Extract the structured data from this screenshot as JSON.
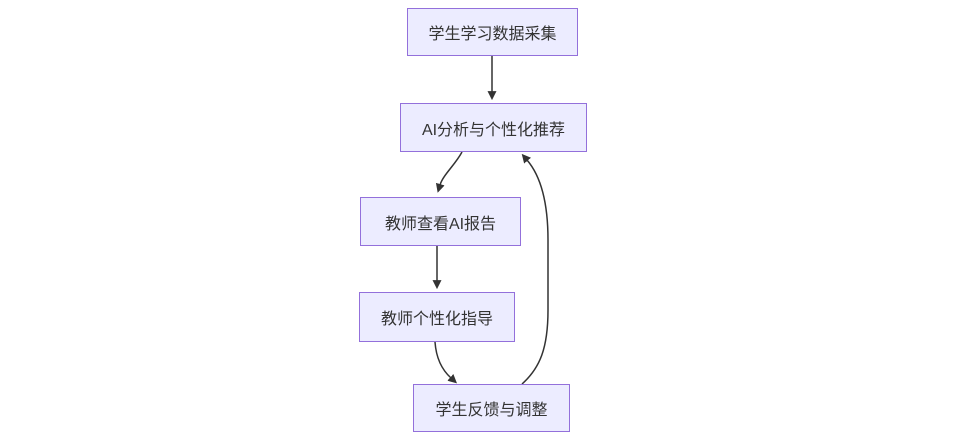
{
  "diagram": {
    "type": "flowchart",
    "direction": "top-down",
    "colors": {
      "background": "#FFFFFF",
      "node_fill": "#ECECFF",
      "node_border": "#9370DB",
      "edge_stroke": "#333333",
      "text": "#333333"
    },
    "nodes": [
      {
        "id": "A",
        "label": "学生学习数据采集"
      },
      {
        "id": "B",
        "label": "AI分析与个性化推荐"
      },
      {
        "id": "C",
        "label": "教师查看AI报告"
      },
      {
        "id": "D",
        "label": "教师个性化指导"
      },
      {
        "id": "E",
        "label": "学生反馈与调整"
      }
    ],
    "edges": [
      {
        "from": "学生学习数据采集",
        "to": "AI分析与个性化推荐",
        "style": "straight-down-arrow"
      },
      {
        "from": "AI分析与个性化推荐",
        "to": "教师查看AI报告",
        "style": "curved-down-arrow"
      },
      {
        "from": "教师查看AI报告",
        "to": "教师个性化指导",
        "style": "straight-down-arrow"
      },
      {
        "from": "教师个性化指导",
        "to": "学生反馈与调整",
        "style": "curved-down-arrow"
      },
      {
        "from": "学生反馈与调整",
        "to": "AI分析与个性化推荐",
        "style": "feedback-loop-up-arrow-right-side"
      }
    ]
  }
}
